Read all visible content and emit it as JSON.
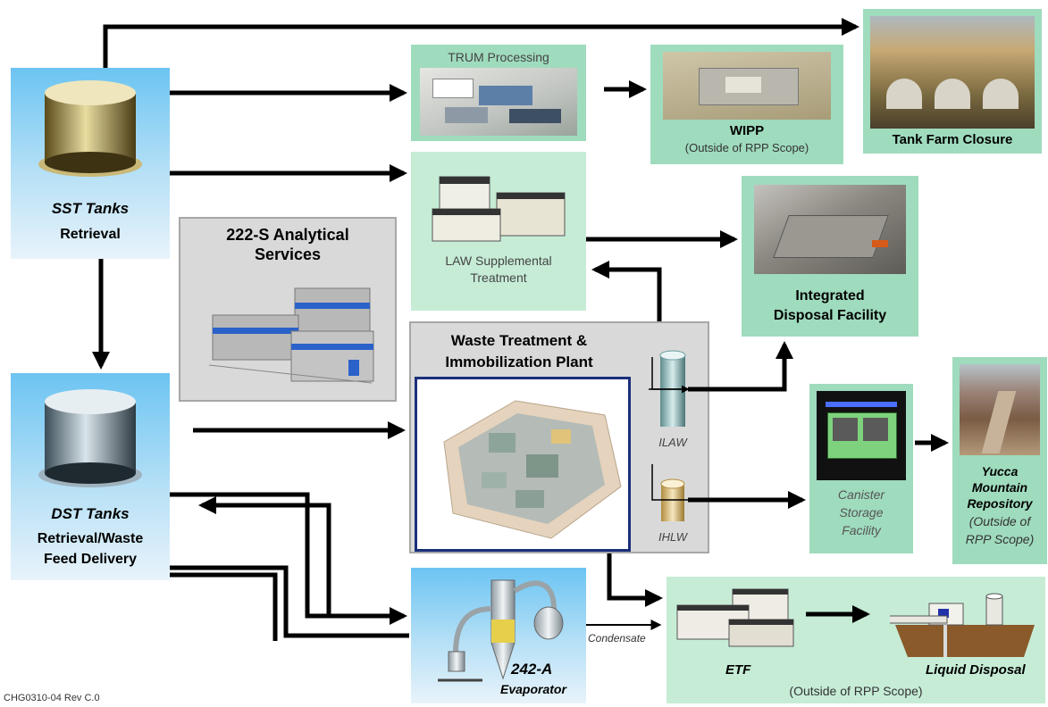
{
  "sst": {
    "title": "SST Tanks",
    "subtitle": "Retrieval"
  },
  "dst": {
    "title": "DST Tanks",
    "subtitle_line1": "Retrieval/Waste",
    "subtitle_line2": "Feed Delivery"
  },
  "analytical": {
    "line1": "222-S Analytical",
    "line2": "Services"
  },
  "trum": {
    "title": "TRUM Processing"
  },
  "wipp": {
    "title": "WIPP",
    "note": "(Outside of RPP Scope)"
  },
  "closure": {
    "title": "Tank Farm Closure"
  },
  "law": {
    "line1": "LAW Supplemental",
    "line2": "Treatment"
  },
  "idf": {
    "line1": "Integrated",
    "line2": "Disposal Facility"
  },
  "wtp": {
    "line1": "Waste Treatment &",
    "line2": "Immobilization Plant",
    "ilaw": "ILAW",
    "ihlw": "IHLW"
  },
  "canister": {
    "line1": "Canister",
    "line2": "Storage",
    "line3": "Facility"
  },
  "yucca": {
    "line1": "Yucca",
    "line2": "Mountain",
    "line3": "Repository",
    "line4": "(Outside of",
    "line5": "RPP Scope)"
  },
  "evaporator": {
    "line1": "242-A",
    "line2": "Evaporator"
  },
  "condensate": "Condensate",
  "etf": {
    "title": "ETF"
  },
  "liquid": {
    "title": "Liquid Disposal",
    "note": "(Outside of RPP Scope)"
  },
  "footer": "CHG0310-04 Rev C.0",
  "colors": {
    "mint": "#9fdbbd",
    "sky": "#6cc4f2",
    "grey": "#d9d9d9",
    "navy": "#1a2f7a",
    "arrow": "#000000"
  }
}
